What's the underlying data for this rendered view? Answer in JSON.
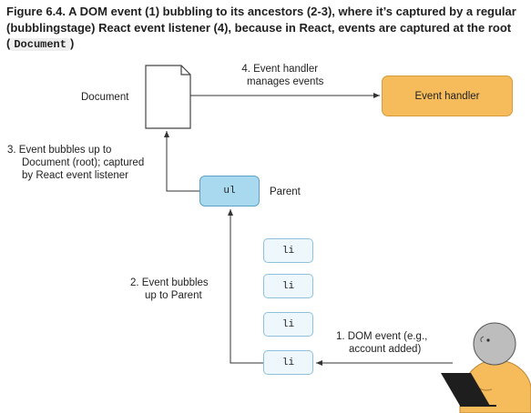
{
  "caption": {
    "text": "Figure 6.4. A DOM event (1) bubbling to its ancestors (2-3), where it’s captured by a regular (bubblingstage) React event listener (4), because in React, events are captured at the root (",
    "code": "Document",
    "end": ")"
  },
  "diagram": {
    "document_label": "Document",
    "handler_note": [
      "4. Event handler",
      "manages events"
    ],
    "handler_box": "Event handler",
    "bubble_root_note": [
      "3. Event bubbles up to",
      "Document (root); captured",
      "by React event listener"
    ],
    "ul_label": "ul",
    "parent_label": "Parent",
    "li_items": [
      "li",
      "li",
      "li",
      "li"
    ],
    "bubble_parent_note": [
      "2. Event bubbles",
      "up to Parent"
    ],
    "dom_event_note": [
      "1. DOM event (e.g.,",
      "account added)"
    ]
  },
  "colors": {
    "handler_fill": "#f6bb5b",
    "ul_fill": "#a9d9ef",
    "li_fill": "#eef7fc",
    "person_fill": "#f6bb5b",
    "head_fill": "#bdbdbd"
  }
}
